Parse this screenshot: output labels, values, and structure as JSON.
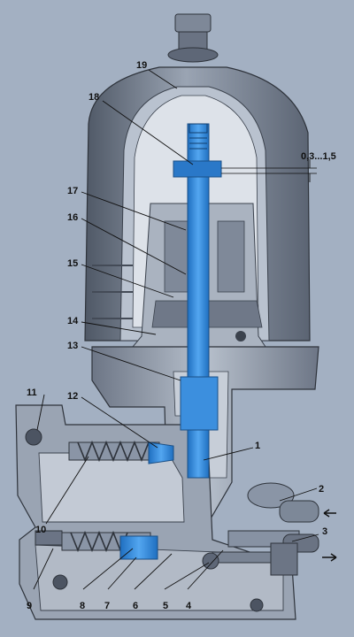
{
  "colors": {
    "background": "#a3b0c2",
    "metal_dark": "#5b6473",
    "metal_mid": "#8792a3",
    "metal_light": "#c9d0da",
    "section_cut": "#b9c2cf",
    "oil_channel": "#2f86d8",
    "leader_line": "#111111"
  },
  "labels": {
    "n1": "1",
    "n2": "2",
    "n3": "3",
    "n4": "4",
    "n5": "5",
    "n6": "6",
    "n7": "7",
    "n8": "8",
    "n9": "9",
    "n10": "10",
    "n11": "11",
    "n12": "12",
    "n13": "13",
    "n14": "14",
    "n15": "15",
    "n16": "16",
    "n17": "17",
    "n18": "18",
    "n19": "19",
    "gap": "0,3...1,5"
  }
}
